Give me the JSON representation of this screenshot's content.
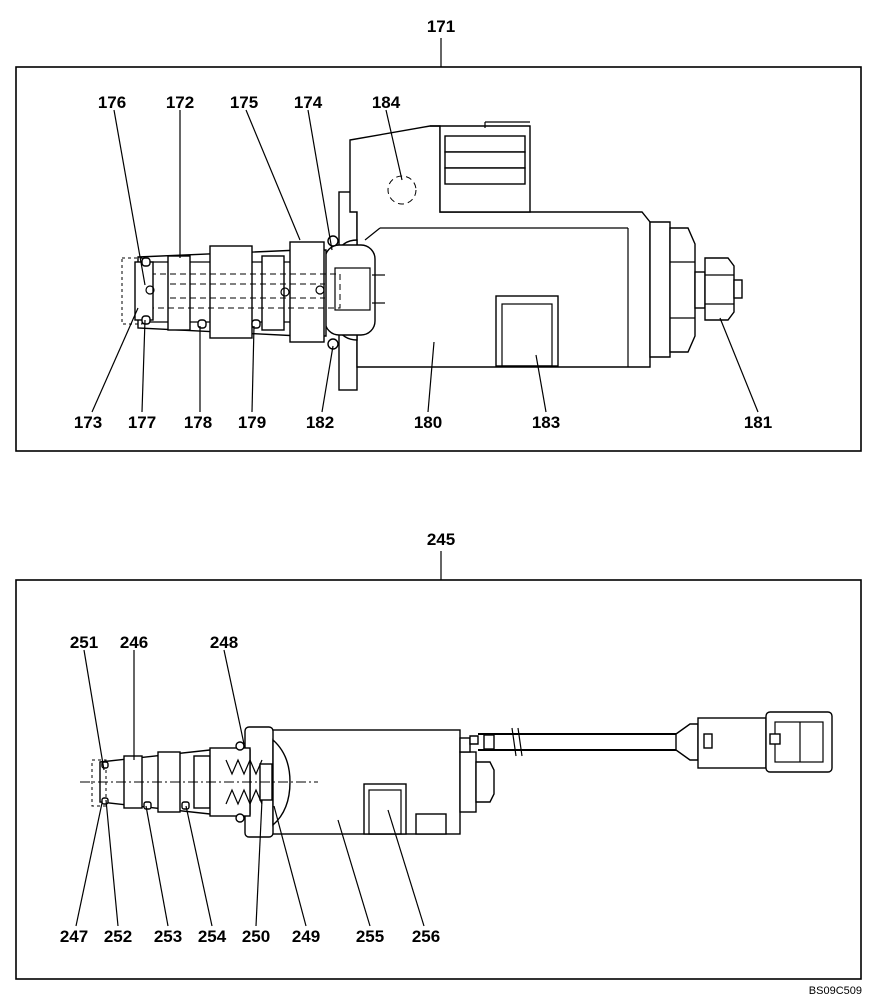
{
  "figure_code": "BS09C509",
  "assembly_top": {
    "main_label": "171",
    "callouts": {
      "c176": "176",
      "c172": "172",
      "c175": "175",
      "c174": "174",
      "c184": "184",
      "c173": "173",
      "c177": "177",
      "c178": "178",
      "c179": "179",
      "c182": "182",
      "c180": "180",
      "c183": "183",
      "c181": "181"
    }
  },
  "assembly_bottom": {
    "main_label": "245",
    "callouts": {
      "c251": "251",
      "c246": "246",
      "c248": "248",
      "c247": "247",
      "c252": "252",
      "c253": "253",
      "c254": "254",
      "c250": "250",
      "c249": "249",
      "c255": "255",
      "c256": "256"
    }
  }
}
